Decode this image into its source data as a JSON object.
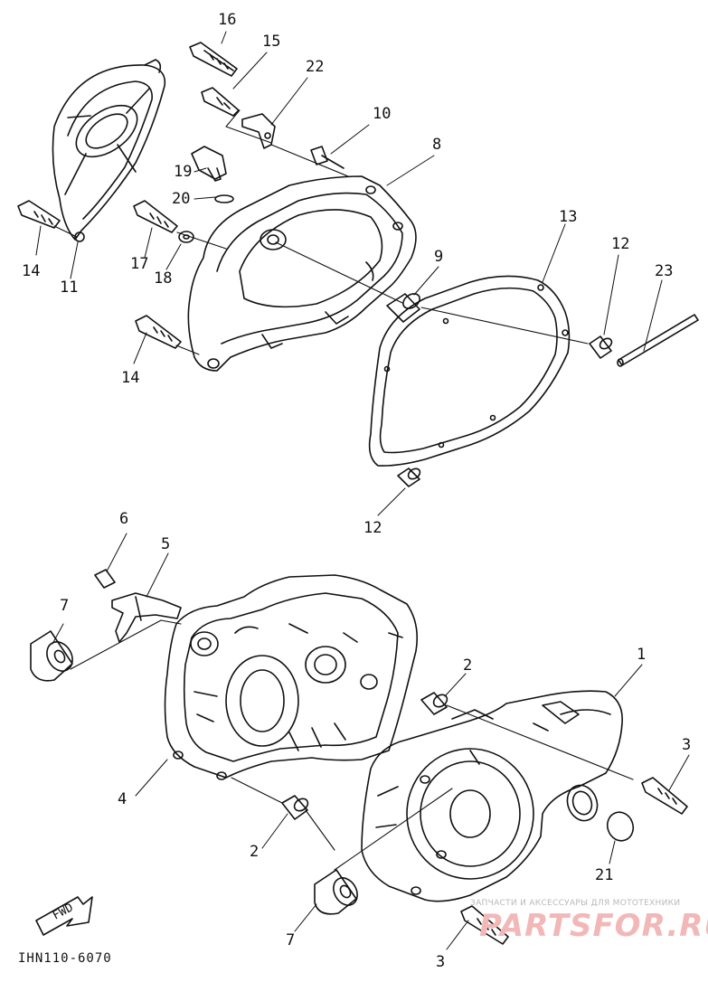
{
  "diagram": {
    "code": "IHN110-6070",
    "watermark": {
      "line1": "ЗАПЧАСТИ И АКСЕССУАРЫ ДЛЯ МОТОТЕХНИКИ",
      "line2": "PARTSFOR.RU"
    },
    "fwd_label": "FWD",
    "callouts": {
      "c16": "16",
      "c15": "15",
      "c22": "22",
      "c10": "10",
      "c8": "8",
      "c19": "19",
      "c20": "20",
      "c14a": "14",
      "c11": "11",
      "c17": "17",
      "c18": "18",
      "c14b": "14",
      "c9": "9",
      "c13": "13",
      "c12a": "12",
      "c23": "23",
      "c12b": "12",
      "c6": "6",
      "c5": "5",
      "c7a": "7",
      "c1": "1",
      "c2a": "2",
      "c3a": "3",
      "c4": "4",
      "c2b": "2",
      "c21": "21",
      "c7b": "7",
      "c3b": "3"
    }
  }
}
